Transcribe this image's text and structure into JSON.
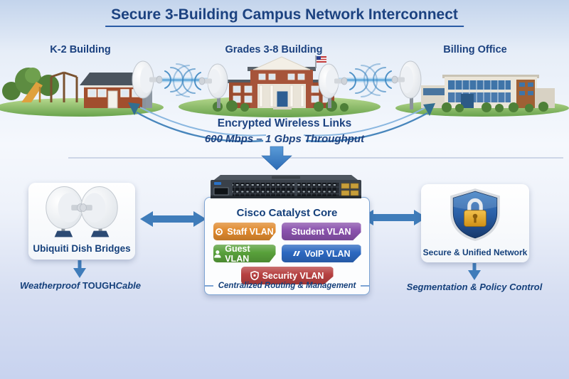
{
  "header": {
    "title": "Secure 3-Building Campus Network Interconnect"
  },
  "buildings": [
    {
      "label": "K-2 Building",
      "icon": "k2-school-illustration"
    },
    {
      "label": "Grades 3-8 Building",
      "icon": "grades-school-illustration"
    },
    {
      "label": "Billing Office",
      "icon": "billing-office-illustration"
    }
  ],
  "wireless_links": {
    "line1": "Encrypted Wireless Links",
    "line2": "600 Mbps – 1 Gbps Throughput"
  },
  "core_switch": {
    "title": "Cisco Catalyst Core",
    "caption": "Centralized Routing & Management",
    "vlans": [
      {
        "label": "Staff VLAN",
        "color": "#e08a2e",
        "icon": "gear-icon"
      },
      {
        "label": "Student VLAN",
        "color": "#8a52ad",
        "icon": "none"
      },
      {
        "label": "Guest VLAN",
        "color": "#58a03a",
        "icon": "person-icon"
      },
      {
        "label": "VoIP VLAN",
        "color": "#2c68c0",
        "icon": "phone-icon"
      },
      {
        "label": "Security VLAN",
        "color": "#b64040",
        "icon": "shield-icon"
      }
    ]
  },
  "left_unit": {
    "label": "Ubiquiti Dish Bridges",
    "icon": "dish-bridges-icon",
    "caption": {
      "pre": "Weatherproof ",
      "bold": "TOUGH",
      "post": "Cable"
    }
  },
  "right_unit": {
    "label": "Secure & Unified Network",
    "icon": "shield-lock-icon",
    "caption": "Segmentation & Policy Control"
  },
  "colors": {
    "accent_arrow": "#3f7cba",
    "title_navy": "#1c4280",
    "text_navy": "#15407b",
    "arrowhead_teal": "#336e90"
  }
}
